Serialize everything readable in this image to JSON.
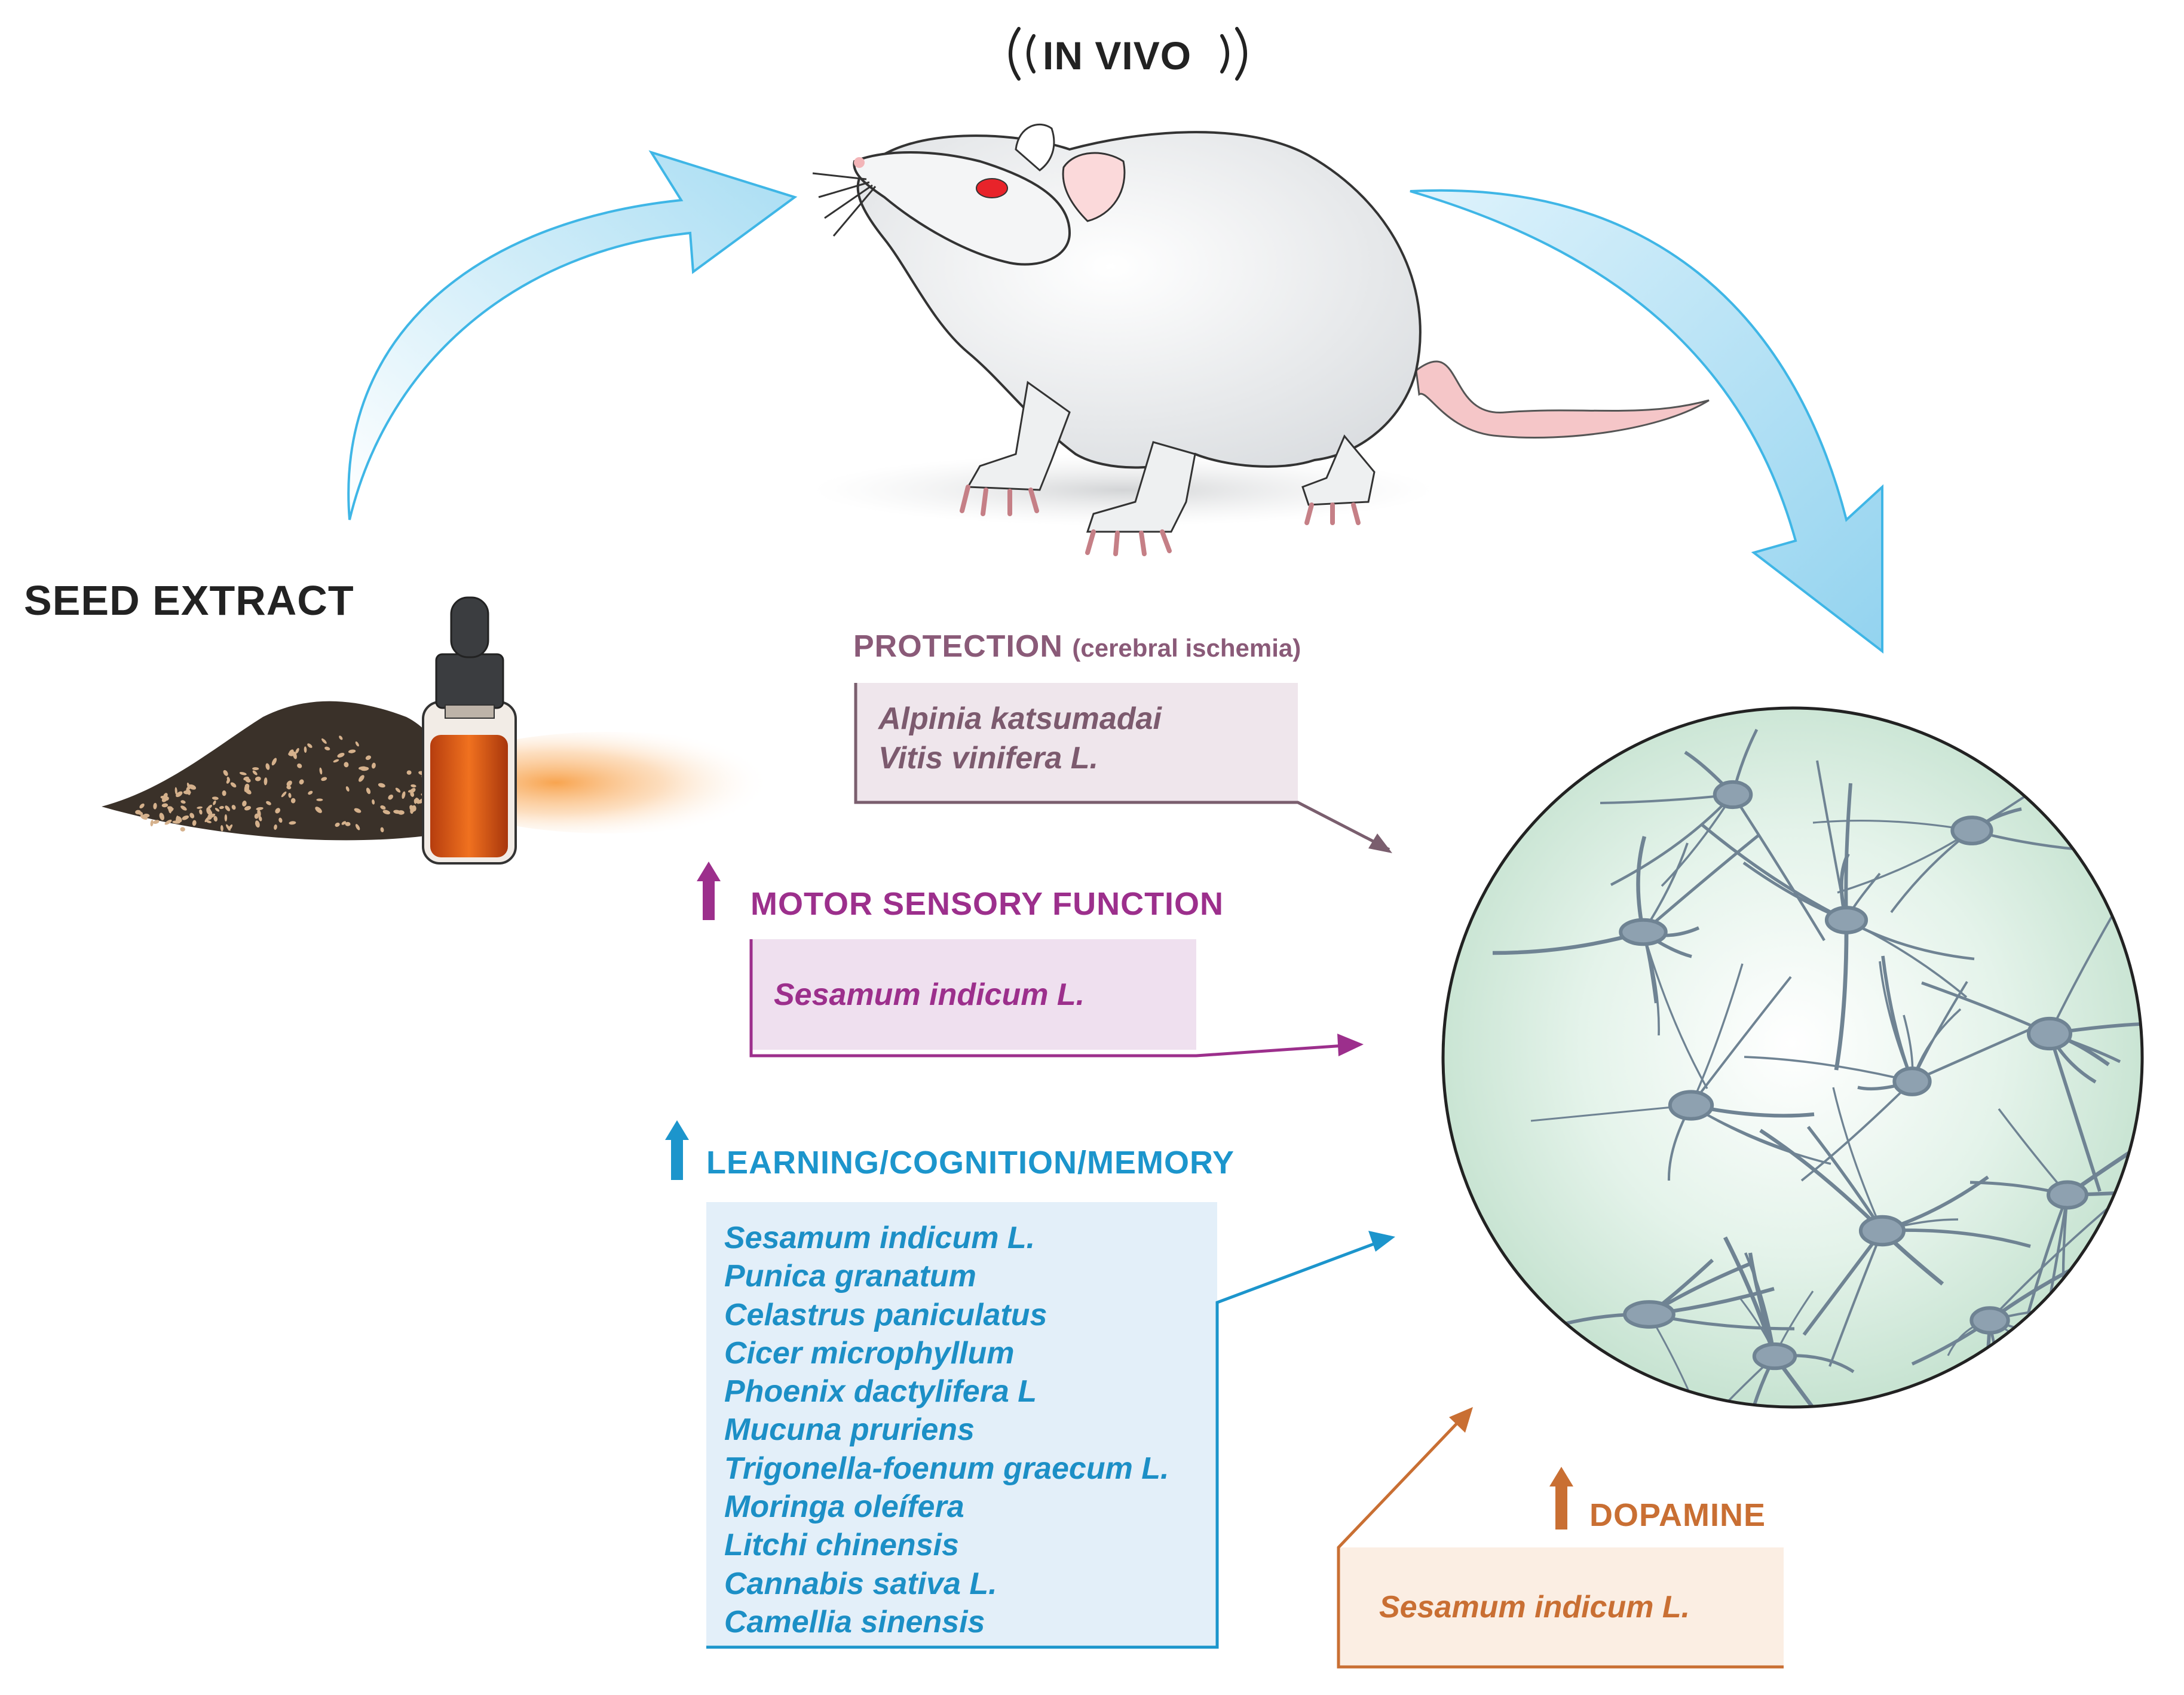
{
  "title": "IN VIVO",
  "source_label": "SEED EXTRACT",
  "colors": {
    "protection": "#8a5a78",
    "motor": "#9c2f8c",
    "learning": "#1c95cc",
    "dopamine": "#c96f33",
    "arrow_blue": "#9fdcf5"
  },
  "groups": {
    "protection": {
      "label": "PROTECTION",
      "qualifier": "(cerebral ischemia)",
      "species": [
        "Alpinia katsumadai",
        "Vitis vinifera L."
      ]
    },
    "motor": {
      "label": "MOTOR SENSORY FUNCTION",
      "indicator": "up-arrow-icon",
      "species": [
        "Sesamum indicum L."
      ]
    },
    "learning": {
      "label": "LEARNING/COGNITION/MEMORY",
      "indicator": "up-arrow-icon",
      "species": [
        "Sesamum indicum L.",
        "Punica granatum",
        "Celastrus paniculatus",
        "Cicer microphyllum",
        "Phoenix dactylifera L",
        "Mucuna pruriens",
        "Trigonella-foenum graecum L.",
        "Moringa oleífera",
        "Litchi chinensis",
        "Cannabis sativa L.",
        "Camellia sinensis"
      ]
    },
    "dopamine": {
      "label": "DOPAMINE",
      "indicator": "up-arrow-icon",
      "species": [
        "Sesamum indicum L."
      ]
    }
  },
  "icons": {
    "animal": "rat-icon",
    "bottle": "dropper-bottle-icon",
    "seeds": "seed-pile-icon",
    "neurons": "neuron-network-icon",
    "signal": "signal-waves-icon"
  }
}
